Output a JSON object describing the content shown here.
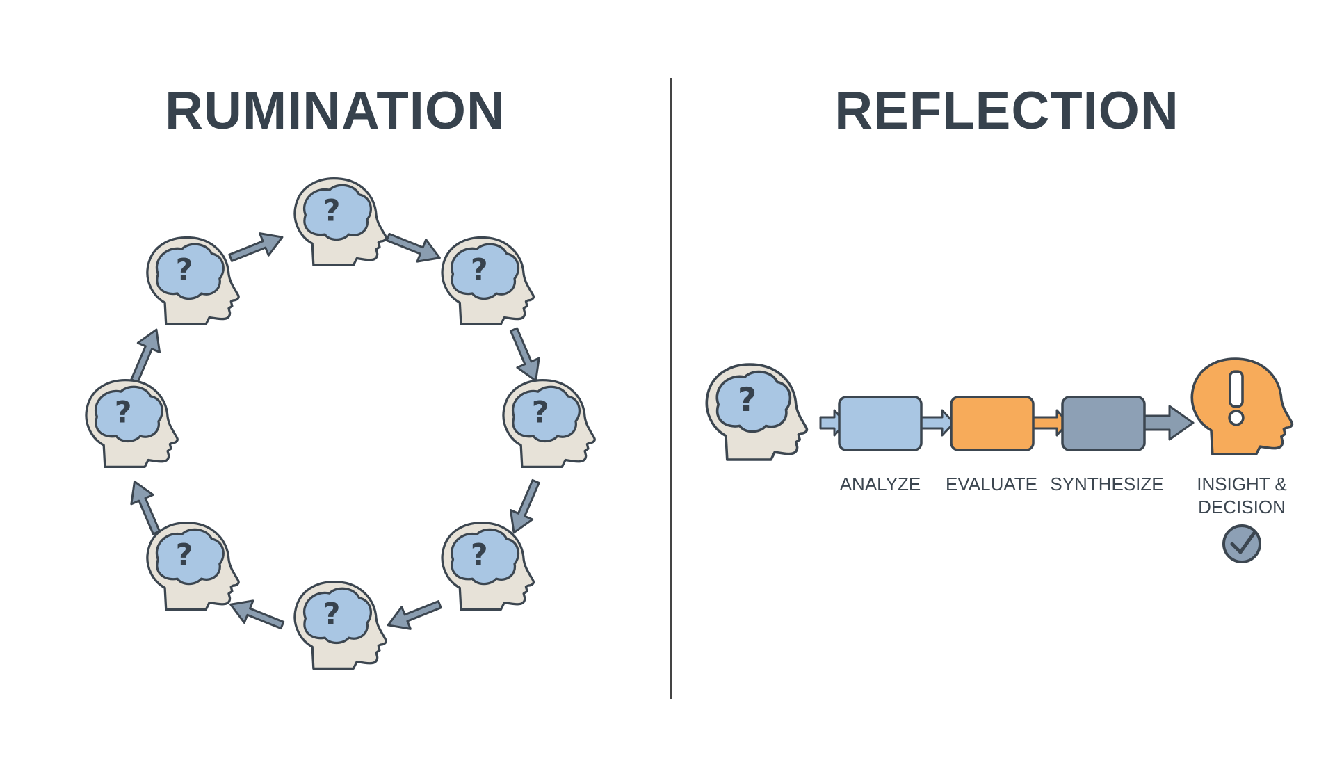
{
  "left_panel": {
    "title": "RUMINATION",
    "head_count": 8,
    "question_mark": "?"
  },
  "right_panel": {
    "title": "REFLECTION",
    "question_mark": "?",
    "insight_mark": "!",
    "steps": [
      {
        "label": "ANALYZE",
        "color": "#a9c6e3"
      },
      {
        "label": "EVALUATE",
        "color": "#f7ab5a"
      },
      {
        "label": "SYNTHESIZE",
        "color": "#8da0b5"
      }
    ],
    "outcome_lines": [
      "INSIGHT &",
      "DECISION"
    ]
  },
  "colors": {
    "text": "#37424d",
    "outline": "#3c4650",
    "head_fill": "#e7e2d8",
    "brain_fill": "#a9c6e3",
    "insight_fill": "#f7ab5a",
    "arrow_fill": "#8a9db0",
    "check_fill": "#8da0b5",
    "divider": "#444444"
  },
  "icons": [
    "head-question-icon",
    "head-exclamation-icon",
    "arrow-icon",
    "check-circle-icon"
  ]
}
